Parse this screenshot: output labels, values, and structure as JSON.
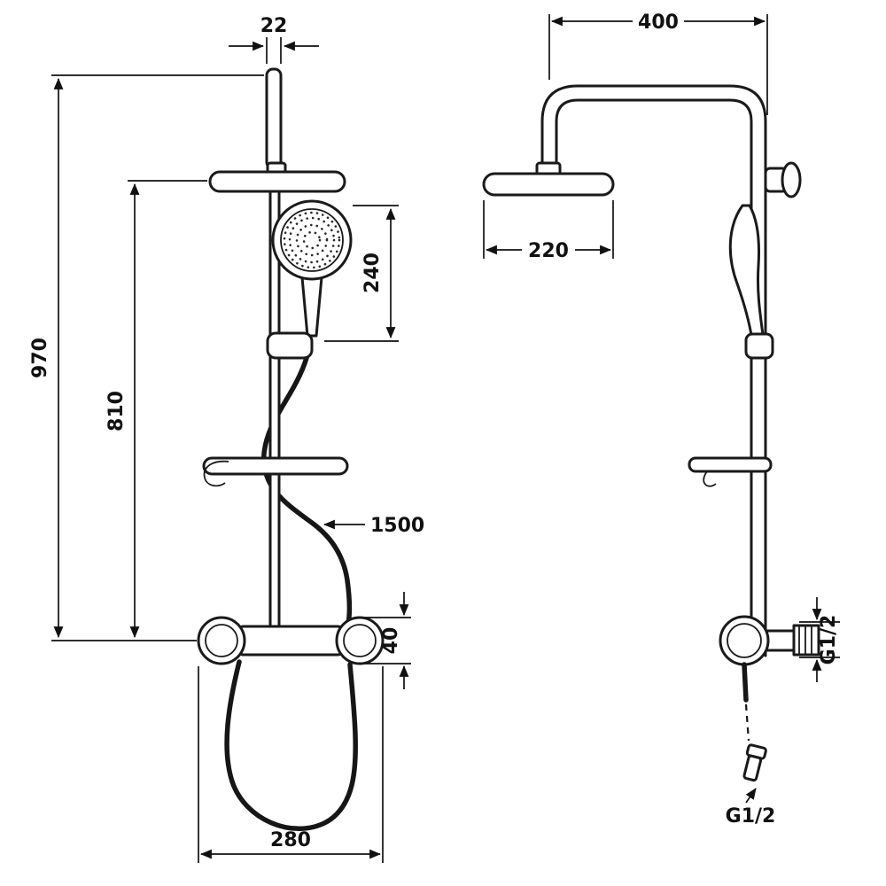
{
  "drawing": {
    "kind": "technical-dimension-drawing",
    "subject": "shower-column-front-and-side-views",
    "line_color": "#1a1a1a",
    "background": "#ffffff",
    "front_view": {
      "dim_top_pipe_width": "22",
      "dim_total_height": "970",
      "dim_rail_height": "810",
      "dim_hand_shower_assembly": "240",
      "dim_hose_length": "1500",
      "dim_mixer_body_height": "40",
      "dim_mixer_width": "280"
    },
    "side_view": {
      "dim_arm_reach": "400",
      "dim_head_width": "220",
      "dim_wall_thread": "G1/2",
      "dim_hose_thread": "G1/2"
    }
  }
}
